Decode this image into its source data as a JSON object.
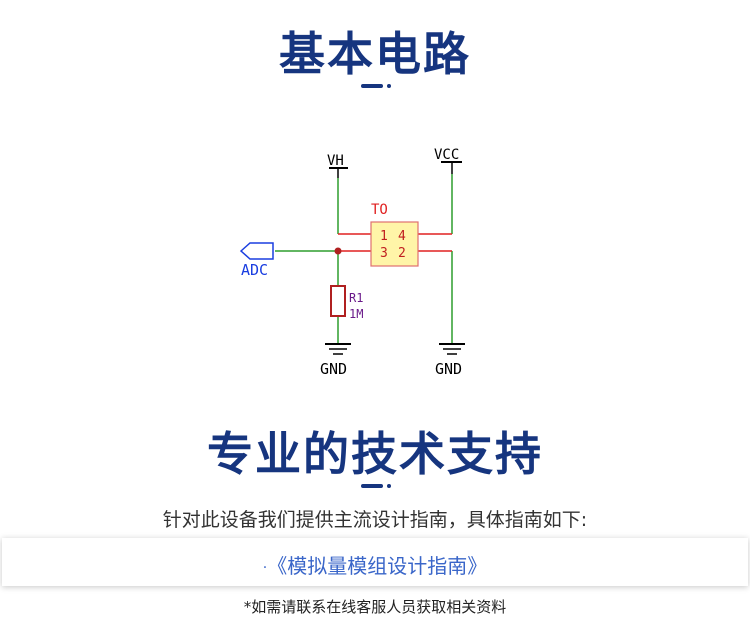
{
  "section1": {
    "title": "基本电路"
  },
  "circuit": {
    "labels": {
      "vh": "VH",
      "vcc": "VCC",
      "to": "TO",
      "pin1": "1",
      "pin4": "4",
      "pin3": "3",
      "pin2": "2",
      "adc": "ADC",
      "r_name": "R1",
      "r_value": "1M",
      "gnd_left": "GND",
      "gnd_right": "GND"
    },
    "colors": {
      "wire_green": "#2e9e2e",
      "wire_red": "#e02020",
      "component_body": "#fff5a8",
      "component_border": "#e07070",
      "resistor": "#b02020",
      "adc_blue": "#1a3ee0",
      "resistor_label": "#6a1a8a"
    }
  },
  "section2": {
    "title": "专业的技术支持",
    "intro": "针对此设备我们提供主流设计指南，具体指南如下:",
    "guide": {
      "bullet": "·",
      "label": "《模拟量模组设计指南》"
    },
    "note": "*如需请联系在线客服人员获取相关资料"
  },
  "theme": {
    "title_color": "#16357f",
    "link_color": "#3a66c9"
  }
}
